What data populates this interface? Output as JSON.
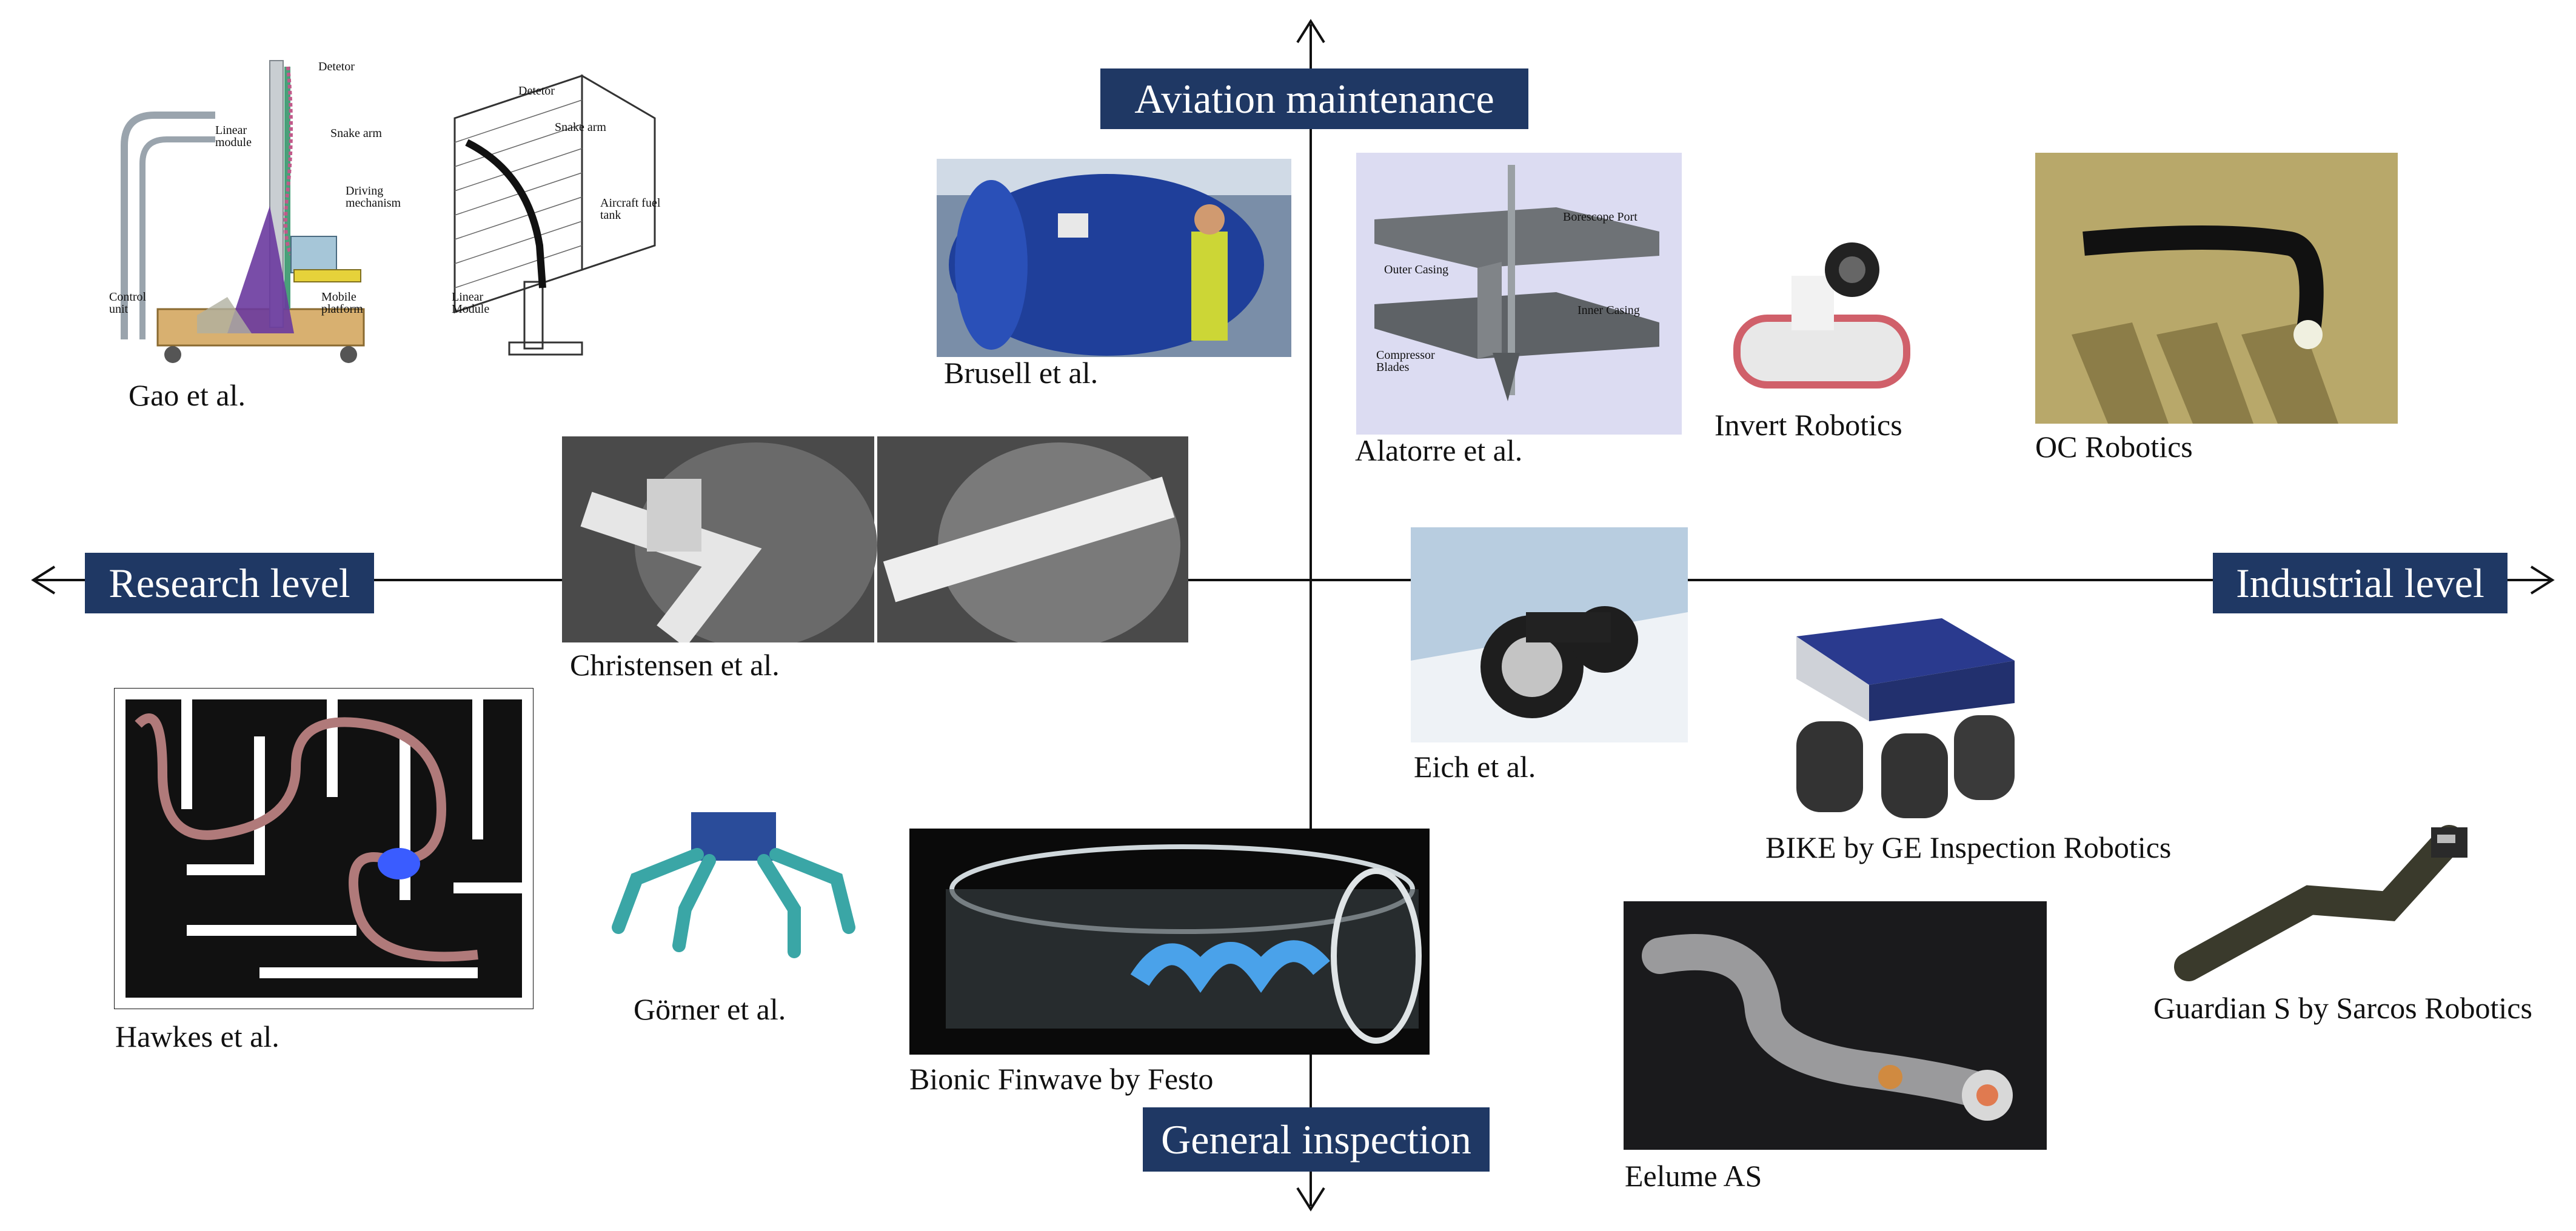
{
  "axes": {
    "top": "Aviation maintenance",
    "bottom": "General inspection",
    "left": "Research level",
    "right": "Industrial level"
  },
  "captions": {
    "gao": "Gao et al.",
    "brusell": "Brusell et al.",
    "alatorre": "Alatorre et al.",
    "invert": "Invert Robotics",
    "oc": "OC Robotics",
    "christensen": "Christensen et al.",
    "eich": "Eich et al.",
    "bike": "BIKE by GE Inspection Robotics",
    "hawkes": "Hawkes et al.",
    "gorner": "Görner et al.",
    "finwave": "Bionic Finwave by Festo",
    "guardian": "Guardian S by Sarcos Robotics",
    "eelume": "Eelume AS"
  },
  "diagram_labels": {
    "gao": {
      "detector": "Detetor",
      "snake_arm": "Snake arm",
      "linear_module": "Linear module",
      "driving_mechanism": "Driving mechanism",
      "control_unit": "Control unit",
      "mobile_platform": "Mobile platform"
    },
    "gao2": {
      "detector": "Detetor",
      "snake_arm": "Snake arm",
      "aircraft_fuel_tank": "Aircraft fuel tank",
      "linear_module": "Linear Module"
    },
    "alatorre": {
      "borescope_port": "Borescope Port",
      "outer_casing": "Outer Casing",
      "inner_casing": "Inner Casing",
      "compressor_blades": "Compressor Blades"
    }
  },
  "colors": {
    "label_bg": "#1f3864",
    "label_text": "#ffffff",
    "axis": "#111111"
  }
}
